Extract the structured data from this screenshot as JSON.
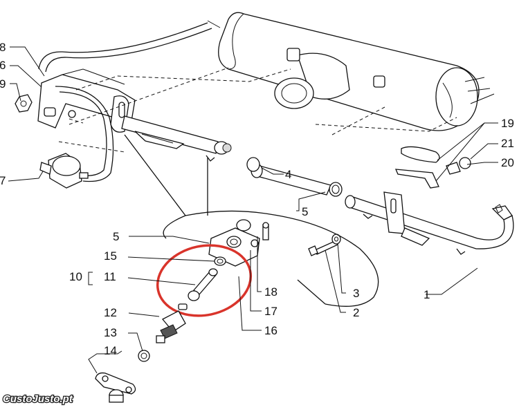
{
  "callouts": {
    "c1": "1",
    "c2": "2",
    "c3": "3",
    "c4": "4",
    "c5a": "5",
    "c5b": "5",
    "c6": "6",
    "c7": "7",
    "c8": "8",
    "c9": "9",
    "c10": "10",
    "c11": "11",
    "c12": "12",
    "c13": "13",
    "c14": "14",
    "c15": "15",
    "c16": "16",
    "c17": "17",
    "c18": "18",
    "c19": "19",
    "c20": "20",
    "c21": "21"
  },
  "highlight": {
    "shape": "ellipse",
    "color": "#d9342b"
  },
  "watermark": "CustoJusto.pt"
}
